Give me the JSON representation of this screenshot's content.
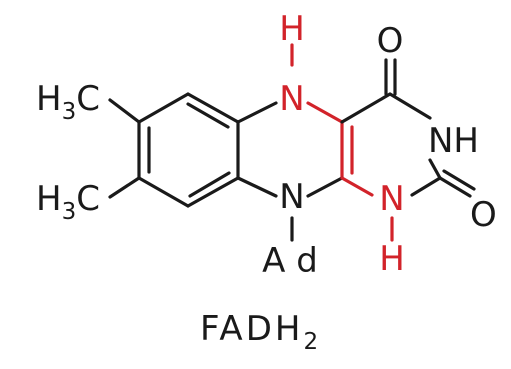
{
  "molecule": {
    "caption": {
      "main": "FADH",
      "subscript": "2"
    },
    "atoms": {
      "n5": "N",
      "h5": "H",
      "n10": "N",
      "ad": "A d",
      "n1": "N",
      "h1": "H",
      "n3h": "NH",
      "o4": "O",
      "o2": "O",
      "methyl_top": {
        "main": "H",
        "sub": "3",
        "tail": "C"
      },
      "methyl_bottom": {
        "main": "H",
        "sub": "3",
        "tail": "C"
      }
    },
    "colors": {
      "bond": "#1a1a1a",
      "highlight": "#d2232a"
    }
  }
}
